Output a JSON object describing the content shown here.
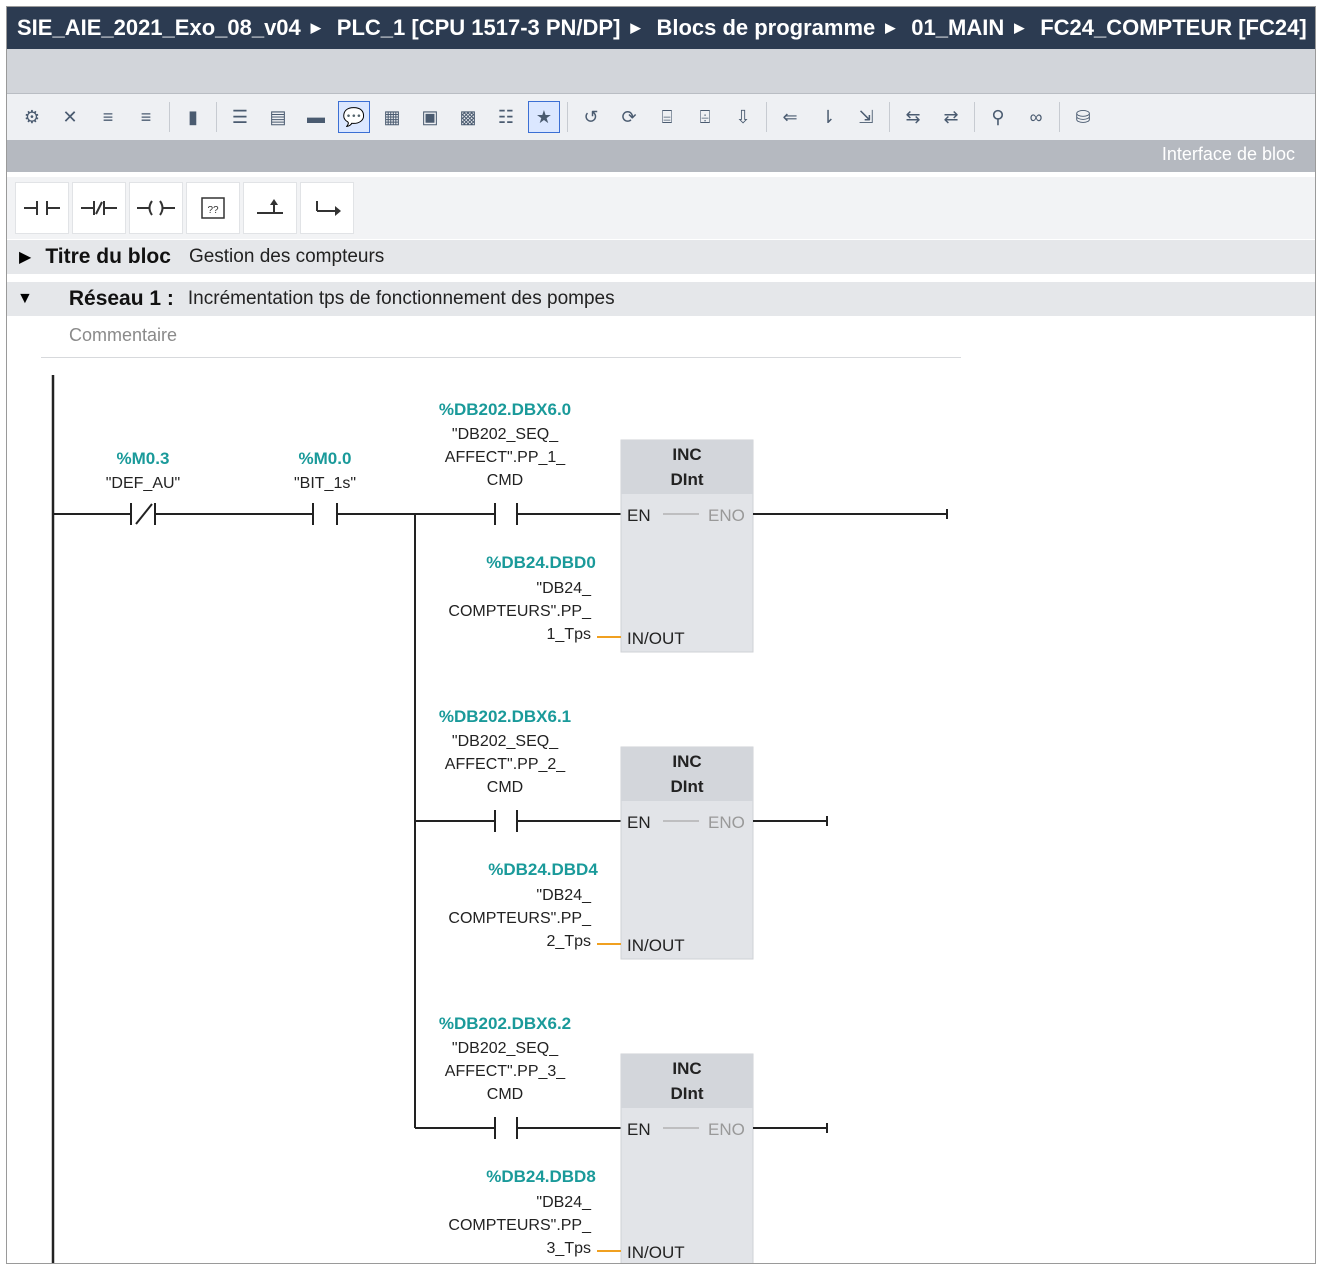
{
  "breadcrumb": [
    "SIE_AIE_2021_Exo_08_v04",
    "PLC_1 [CPU 1517-3 PN/DP]",
    "Blocs de programme",
    "01_MAIN",
    "FC24_COMPTEUR [FC24]"
  ],
  "interface_label": "Interface de bloc",
  "block_title": {
    "label": "Titre du bloc",
    "value": "Gestion des compteurs"
  },
  "network": {
    "label": "Réseau 1 :",
    "title": "Incrémentation tps de fonctionnement des pompes",
    "comment_placeholder": "Commentaire"
  },
  "ladder": {
    "contact_def_au": {
      "address": "%M0.3",
      "symbol": "\"DEF_AU\""
    },
    "contact_bit_1s": {
      "address": "%M0.0",
      "symbol": "\"BIT_1s\""
    },
    "branches": [
      {
        "contact_address": "%DB202.DBX6.0",
        "contact_symbol": [
          "\"DB202_SEQ_",
          "AFFECT\".PP_1_",
          "CMD"
        ],
        "box_title": "INC",
        "box_type": "DInt",
        "en": "EN",
        "eno": "ENO",
        "inout": "IN/OUT",
        "operand_address": "%DB24.DBD0",
        "operand_symbol": [
          "\"DB24_",
          "COMPTEURS\".PP_",
          "1_Tps"
        ]
      },
      {
        "contact_address": "%DB202.DBX6.1",
        "contact_symbol": [
          "\"DB202_SEQ_",
          "AFFECT\".PP_2_",
          "CMD"
        ],
        "box_title": "INC",
        "box_type": "DInt",
        "en": "EN",
        "eno": "ENO",
        "inout": "IN/OUT",
        "operand_address": "%DB24.DBD4",
        "operand_symbol": [
          "\"DB24_",
          "COMPTEURS\".PP_",
          "2_Tps"
        ]
      },
      {
        "contact_address": "%DB202.DBX6.2",
        "contact_symbol": [
          "\"DB202_SEQ_",
          "AFFECT\".PP_3_",
          "CMD"
        ],
        "box_title": "INC",
        "box_type": "DInt",
        "en": "EN",
        "eno": "ENO",
        "inout": "IN/OUT",
        "operand_address": "%DB24.DBD8",
        "operand_symbol": [
          "\"DB24_",
          "COMPTEURS\".PP_",
          "3_Tps"
        ]
      }
    ]
  },
  "colors": {
    "address": "#1a9a9a",
    "breadcrumb_bg": "#2c3b51",
    "inout_wire": "#f0a020",
    "box_fill": "#e2e4e8"
  }
}
